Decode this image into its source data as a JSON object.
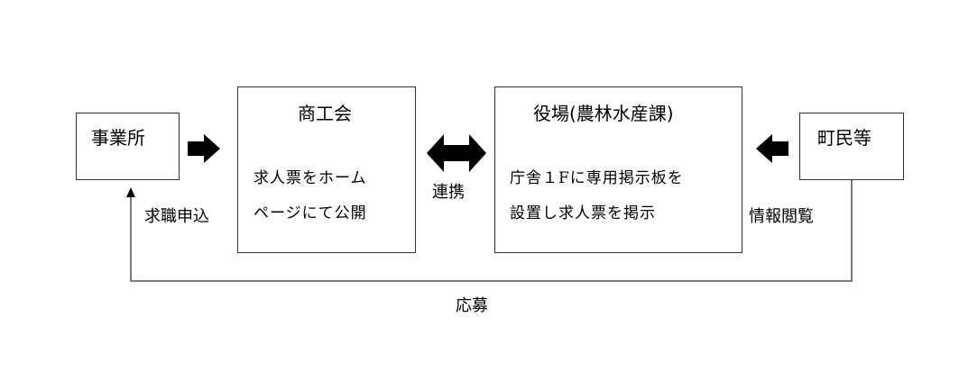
{
  "nodes": {
    "jigyosho": {
      "label": "事業所"
    },
    "shokokai": {
      "title": "商工会",
      "body_line1": "求人票をホーム",
      "body_line2": "ページにて公開"
    },
    "yakuba": {
      "title": "役場(農林水産課)",
      "body_line1": "庁舎１Fに専用掲示板を",
      "body_line2": "設置し求人票を掲示"
    },
    "chomin": {
      "label": "町民等"
    }
  },
  "edges": {
    "kyujin_moushikomi": "求職申込",
    "renkei": "連携",
    "joho_etsuran": "情報閲覧",
    "obo": "応募"
  }
}
